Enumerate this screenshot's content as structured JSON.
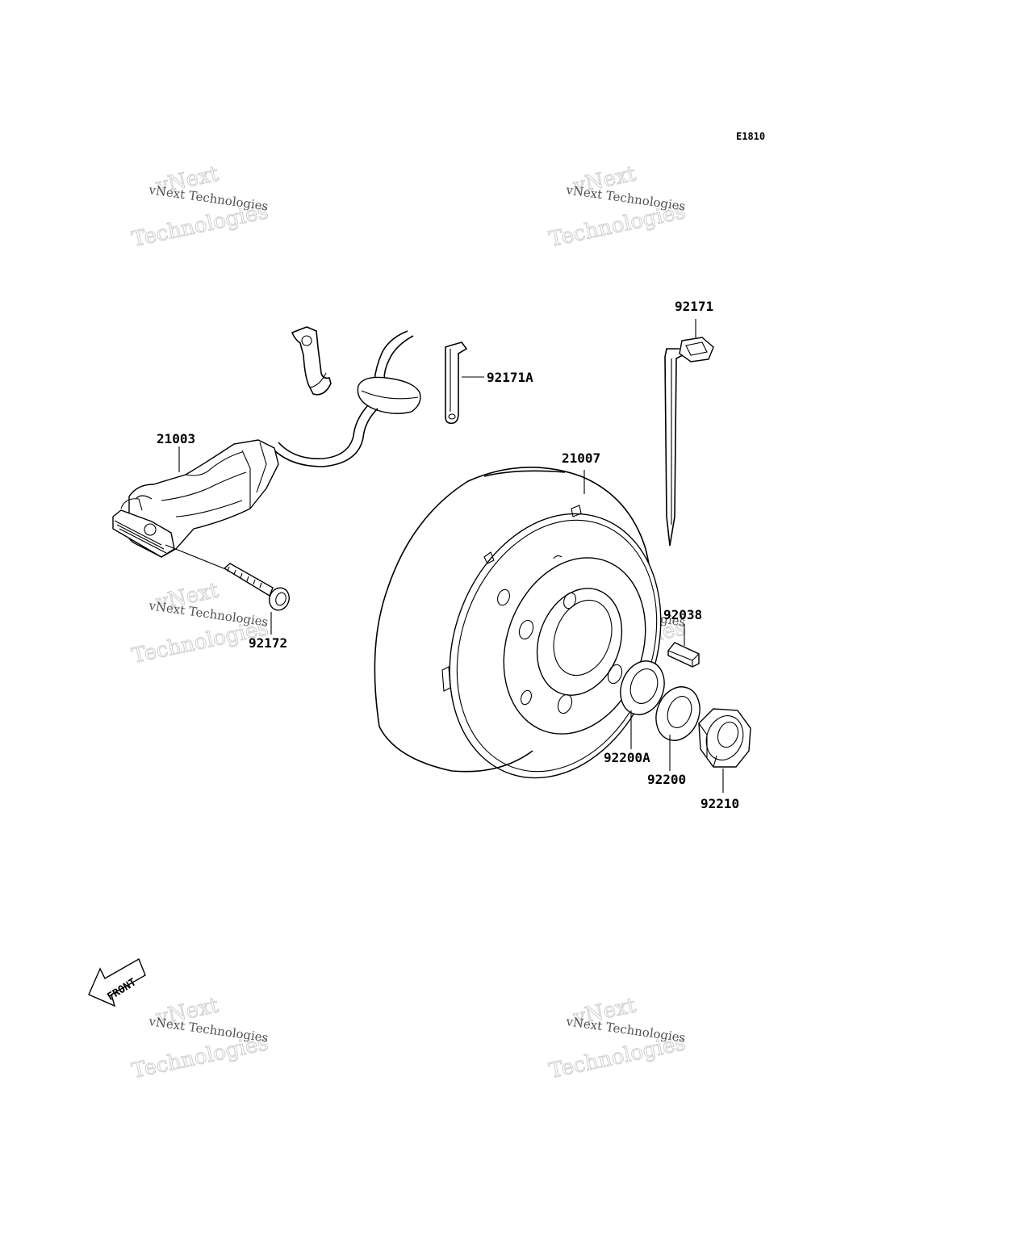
{
  "diagram": {
    "reference_code": "E1810",
    "parts": {
      "p21003": "21003",
      "p21007": "21007",
      "p92171": "92171",
      "p92171A": "92171A",
      "p92172": "92172",
      "p92038": "92038",
      "p92200A": "92200A",
      "p92200": "92200",
      "p92210": "92210"
    },
    "front_arrow_label": "FRONT",
    "watermark": {
      "line1": "vNext Technologies",
      "line2": "vNext",
      "line3": "Technologies"
    }
  }
}
